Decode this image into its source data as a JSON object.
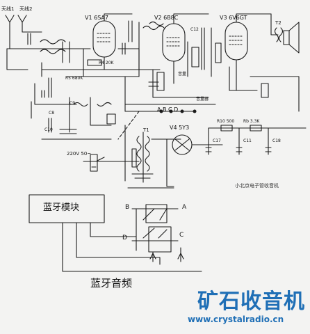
{
  "schematic": {
    "antenna_1": "天线1",
    "antenna_2": "天线2",
    "v1": "V1 6SA7",
    "v2": "V2 6B8C",
    "v3": "V3 6V6GT",
    "v4": "V4 5Y3",
    "t1": "T1",
    "t2": "T2",
    "r4": "R4 20K",
    "r5": "R5 680K",
    "r10": "R10 500",
    "r11": "Rb 3.3K",
    "c8": "C8",
    "c9": "C9",
    "c10": "C10",
    "c11": "C11",
    "c12": "C12",
    "c17": "C17",
    "c18": "C18",
    "mains": "220V 50~",
    "tone": "音量",
    "tone2": "音量器",
    "abcd": "A B C D",
    "caption": "小北京电子管收音机"
  },
  "switch_diagram": {
    "module_label": "蓝牙模块",
    "bottom_label": "蓝牙音频",
    "pin_a": "A",
    "pin_b": "B",
    "pin_c": "C",
    "pin_d": "D"
  },
  "watermark": {
    "logo": "矿石收音机",
    "url": "www.crystalradio.cn"
  },
  "colors": {
    "ink": "#1b1b1b",
    "paper": "#f3f3f2",
    "watermark_blue": "#1f6fb6"
  }
}
